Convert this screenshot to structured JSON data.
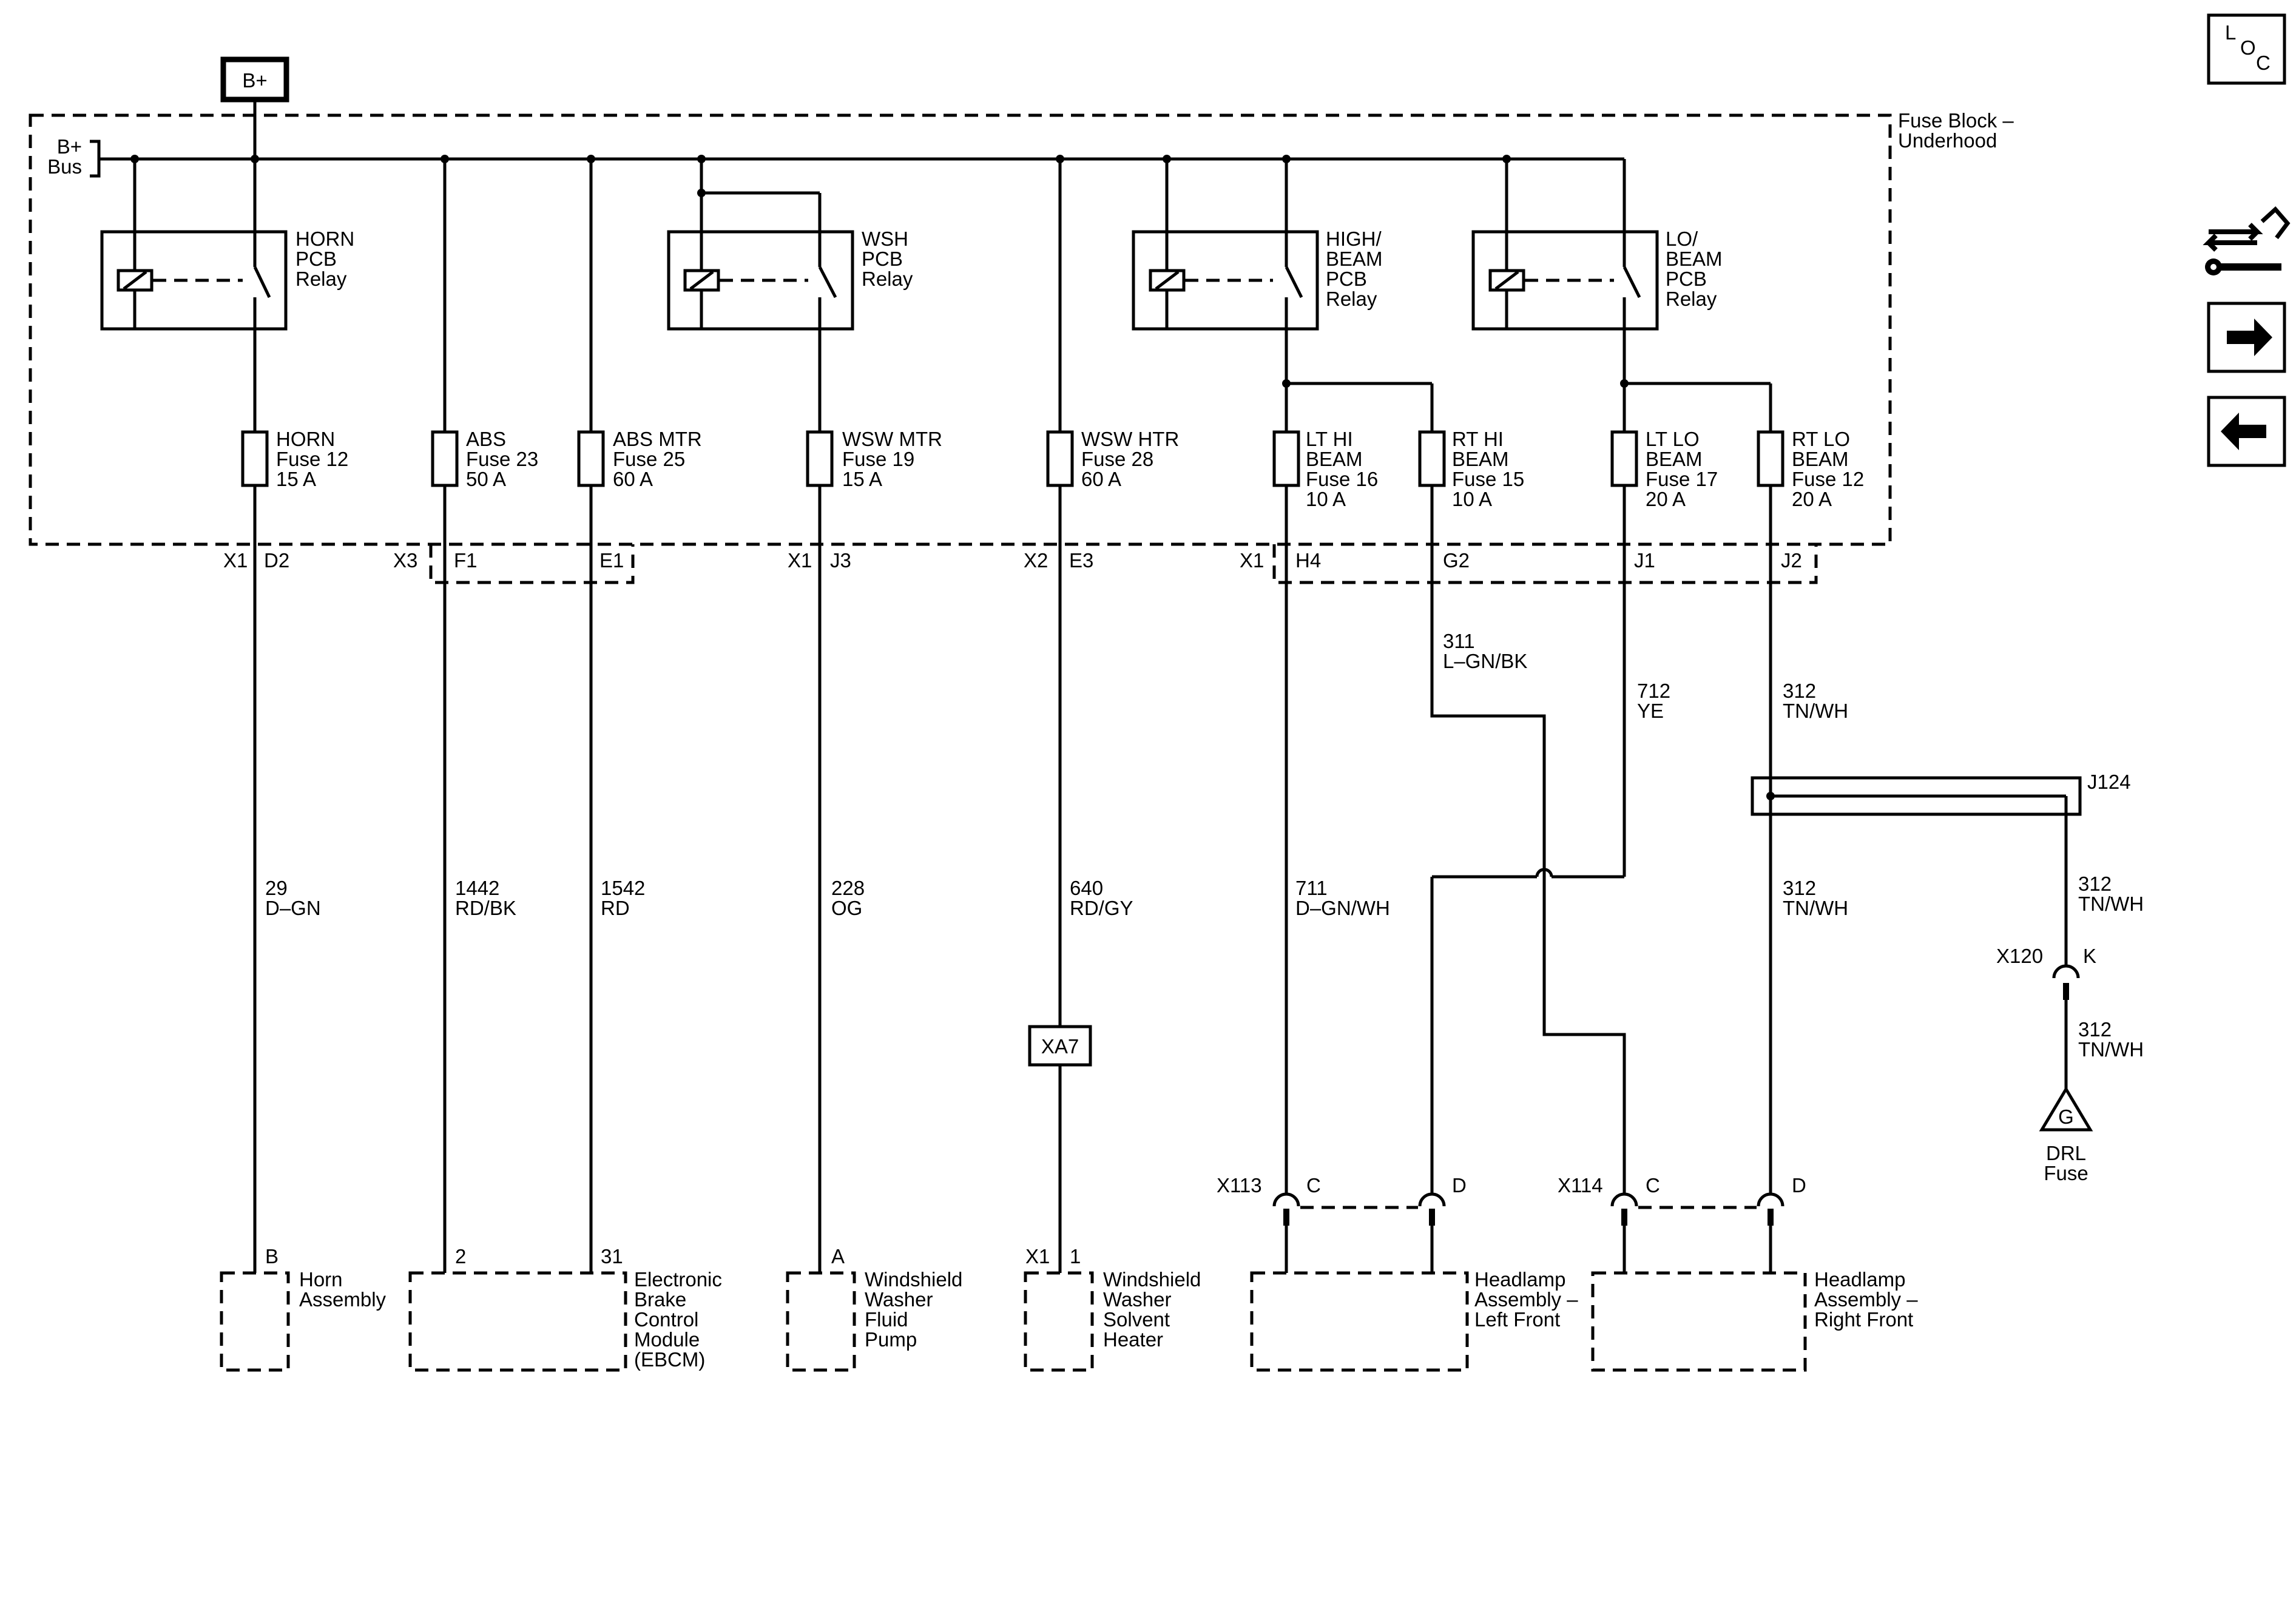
{
  "power": {
    "source": "B+",
    "bus": [
      "B+",
      "Bus"
    ],
    "fuse_block": [
      "Fuse Block –",
      "Underhood"
    ]
  },
  "relays": {
    "horn": [
      "HORN",
      "PCB",
      "Relay"
    ],
    "wsh": [
      "WSH",
      "PCB",
      "Relay"
    ],
    "high_beam": [
      "HIGH/",
      "BEAM",
      "PCB",
      "Relay"
    ],
    "lo_beam": [
      "LO/",
      "BEAM",
      "PCB",
      "Relay"
    ]
  },
  "fuses": {
    "horn": [
      "HORN",
      "Fuse 12",
      "15 A"
    ],
    "abs": [
      "ABS",
      "Fuse 23",
      "50 A"
    ],
    "abs_mtr": [
      "ABS MTR",
      "Fuse 25",
      "60 A"
    ],
    "wsw_mtr": [
      "WSW MTR",
      "Fuse 19",
      "15 A"
    ],
    "wsw_htr": [
      "WSW HTR",
      "Fuse 28",
      "60 A"
    ],
    "lt_hi": [
      "LT HI",
      "BEAM",
      "Fuse 16",
      "10 A"
    ],
    "rt_hi": [
      "RT HI",
      "BEAM",
      "Fuse 15",
      "10 A"
    ],
    "lt_lo": [
      "LT LO",
      "BEAM",
      "Fuse 17",
      "20 A"
    ],
    "rt_lo": [
      "RT LO",
      "BEAM",
      "Fuse 12",
      "20 A"
    ]
  },
  "connectors": {
    "x1_a": "X1",
    "d2": "D2",
    "x3": "X3",
    "f1": "F1",
    "e1": "E1",
    "x1_b": "X1",
    "j3": "J3",
    "x2": "X2",
    "e3": "E3",
    "x1_c": "X1",
    "h4": "H4",
    "g2": "G2",
    "j1": "J1",
    "j2": "J2",
    "xa7": "XA7",
    "j124": "J124",
    "x120": "X120",
    "k": "K",
    "x113": "X113",
    "x113_c": "C",
    "x113_d": "D",
    "x114": "X114",
    "x114_c": "C",
    "x114_d": "D"
  },
  "wires": {
    "horn": [
      "29",
      "D–GN"
    ],
    "abs": [
      "1442",
      "RD/BK"
    ],
    "abs_mtr": [
      "1542",
      "RD"
    ],
    "wsw_mtr": [
      "228",
      "OG"
    ],
    "wsw_htr": [
      "640",
      "RD/GY"
    ],
    "lt_hi": [
      "711",
      "D–GN/WH"
    ],
    "rt_hi": [
      "311",
      "L–GN/BK"
    ],
    "lt_lo": [
      "712",
      "YE"
    ],
    "rt_lo_upper": [
      "312",
      "TN/WH"
    ],
    "rt_lo_lower": [
      "312",
      "TN/WH"
    ],
    "drl_upper": [
      "312",
      "TN/WH"
    ],
    "drl_lower": [
      "312",
      "TN/WH"
    ]
  },
  "components": {
    "horn": {
      "pin": "B",
      "label": [
        "Horn",
        "Assembly"
      ]
    },
    "ebcm": {
      "pin_a": "2",
      "pin_b": "31",
      "label": [
        "Electronic",
        "Brake",
        "Control",
        "Module",
        "(EBCM)"
      ]
    },
    "washer_pump": {
      "pin": "A",
      "label": [
        "Windshield",
        "Washer",
        "Fluid",
        "Pump"
      ]
    },
    "solvent_heater": {
      "conn": "X1",
      "pin": "1",
      "label": [
        "Windshield",
        "Washer",
        "Solvent",
        "Heater"
      ]
    },
    "headlamp_left": {
      "label": [
        "Headlamp",
        "Assembly –",
        "Left Front"
      ]
    },
    "headlamp_right": {
      "label": [
        "Headlamp",
        "Assembly –",
        "Right Front"
      ]
    },
    "drl_ground": {
      "symbol": "G",
      "label": [
        "DRL",
        "Fuse"
      ]
    }
  },
  "nav": {
    "loc": [
      "L",
      "O",
      "C"
    ]
  }
}
